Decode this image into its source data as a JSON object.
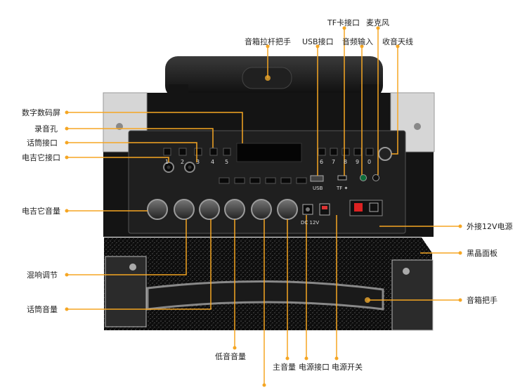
{
  "labels": {
    "handle_bar": "音箱拉杆把手",
    "usb_port": "USB接口",
    "tf_port": "TF卡接口",
    "audio_in": "音频输入",
    "microphone": "麦克风",
    "antenna": "收音天线",
    "digital_display": "数字数码屏",
    "record_hole": "录音孔",
    "mic_jack": "话筒接口",
    "guitar_jack": "电吉它接口",
    "guitar_volume": "电吉它音量",
    "reverb": "混响调节",
    "mic_volume": "话筒音量",
    "bass_volume": "低音音量",
    "main_volume": "主音量",
    "power_port": "电源接口",
    "power_switch": "电源开关",
    "ext_12v": "外接12V电源",
    "black_panel": "黑晶面板",
    "speaker_handle": "音箱把手"
  },
  "panel": {
    "keys_left": [
      "1",
      "2",
      "3",
      "4",
      "5"
    ],
    "keys_right": [
      "6",
      "7",
      "8",
      "9",
      "0"
    ],
    "dc_label": "DC 12V",
    "usb_small": "USB",
    "tf_small": "TF ✦"
  },
  "colors": {
    "leader": "#f5a623",
    "device": "#151515",
    "panel": "#1d1d1d",
    "steel": "#c9c9c9"
  }
}
